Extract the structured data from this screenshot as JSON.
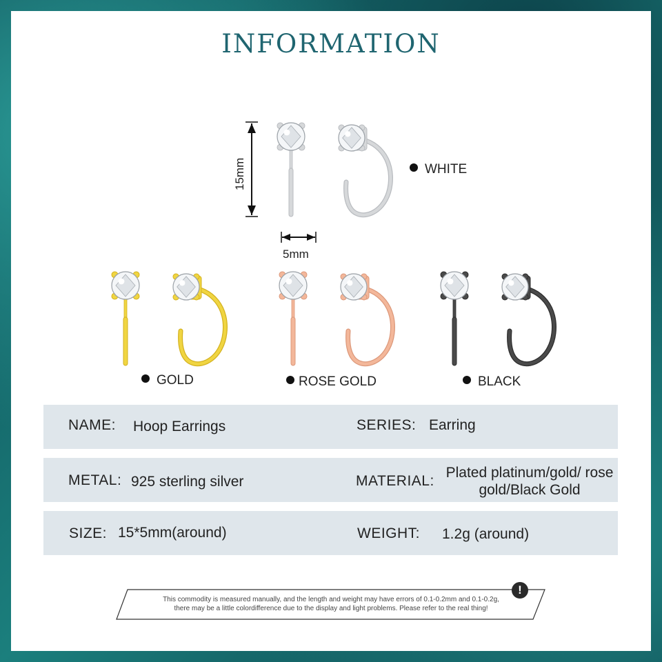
{
  "header": {
    "title": "INFORMATION"
  },
  "dimensions": {
    "height_label": "15mm",
    "width_label": "5mm"
  },
  "variants": [
    {
      "label": "WHITE",
      "color": "#d6d8da",
      "stroke": "#b9bcc0"
    },
    {
      "label": "GOLD",
      "color": "#f0d542",
      "stroke": "#d4b21f"
    },
    {
      "label": "ROSE GOLD",
      "color": "#f3b79a",
      "stroke": "#dc987a"
    },
    {
      "label": "BLACK",
      "color": "#4a4a4a",
      "stroke": "#2d2d2d"
    }
  ],
  "specs": {
    "name_key": "NAME:",
    "name_value": "Hoop Earrings",
    "series_key": "SERIES:",
    "series_value": "Earring",
    "metal_key": "METAL:",
    "metal_value": "925 sterling silver",
    "material_key": "MATERIAL:",
    "material_value": "Plated platinum/gold/ rose gold/Black Gold",
    "size_key": "SIZE:",
    "size_value": "15*5mm(around)",
    "weight_key": "WEIGHT:",
    "weight_value": "1.2g (around)"
  },
  "notice": {
    "line1": "This commodity is measured manually, and the length and weight may have errors of 0.1-0.2mm and 0.1-0.2g,",
    "line2": "there may be a little colordifference due to the display and light problems. Please refer to the real thing!",
    "icon": "exclamation-icon"
  }
}
